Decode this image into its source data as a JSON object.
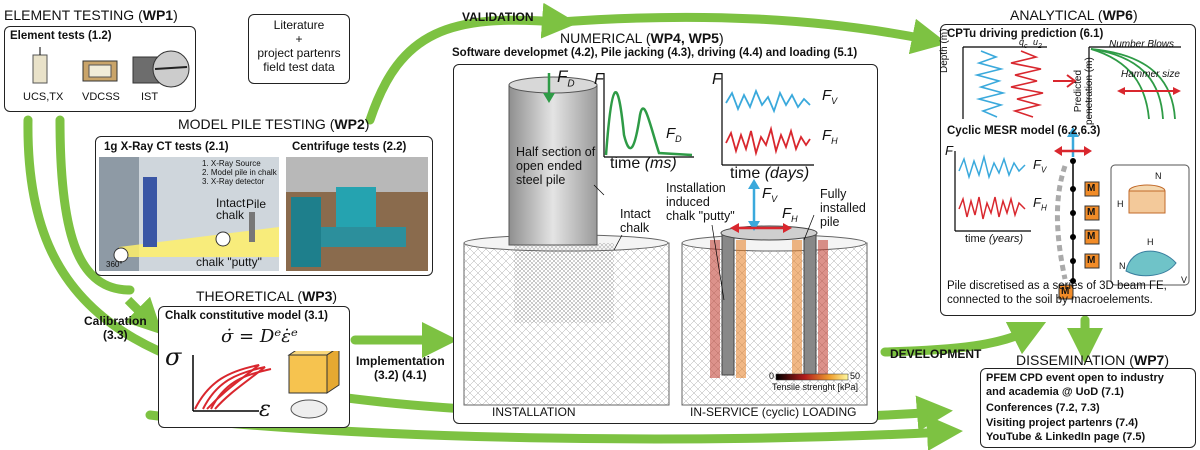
{
  "wp1": {
    "title": "ELEMENT TESTING",
    "code": "WP1",
    "box_title": "Element tests (1.2)",
    "labels": [
      "UCS,TX",
      "VDCSS",
      "IST"
    ]
  },
  "literature": {
    "line1": "Literature",
    "line2": "+",
    "line3": "project partenrs",
    "line4": "field test data"
  },
  "validation": "VALIDATION",
  "numerical": {
    "title": "NUMERICAL",
    "code": "WP4, WP5",
    "subtitle": "Software developmet (4.2), Pile jacking (4.3), driving (4.4) and loading (5.1)",
    "half_section": [
      "Half section of",
      "open ended",
      "steel pile"
    ],
    "force_d": "F",
    "force_d_sub": "D",
    "time_ms": "time",
    "time_ms_unit": "(ms)",
    "time_days": "time",
    "time_days_unit": "(days)",
    "fv": "F",
    "fv_sub": "V",
    "fh": "F",
    "fh_sub": "H",
    "f_axis": "F",
    "installation_putty": [
      "Installation",
      "induced",
      "chalk \"putty\""
    ],
    "intact_chalk": [
      "Intact",
      "chalk"
    ],
    "fully_installed": [
      "Fully",
      "installed",
      "pile"
    ],
    "colorbar_min": "0",
    "colorbar_max": "50",
    "colorbar_label": "Tensile strenght [kPa]",
    "caption_left": "INSTALLATION",
    "caption_right": "IN-SERVICE (cyclic) LOADING"
  },
  "analytical": {
    "title": "ANALYTICAL",
    "code": "WP6",
    "cptu": "CPTu driving prediction (6.1)",
    "depth": "Depth (m)",
    "qc": "q",
    "u2": "u",
    "predicted": [
      "Predicted",
      "penetration (m)"
    ],
    "number_blows": "Number Blows",
    "hammer": "Hammer size",
    "cyclic": "Cyclic MESR model (6.2,6.3)",
    "time_years": "time",
    "time_years_unit": "(years)",
    "m": "M",
    "discretised": [
      "Pile discretised as a series of 3D beam FE,",
      "connected to the soil by macroelements."
    ],
    "axis_n": "N",
    "axis_h": "H",
    "axis_v": "V"
  },
  "wp2": {
    "title": "MODEL PILE TESTING",
    "code": "WP2",
    "xray": "1g X-Ray CT tests (2.1)",
    "centrifuge": "Centrifuge tests (2.2)",
    "legend": [
      "1. X-Ray Source",
      "2. Model pile in chalk",
      "3. X-Ray detector"
    ],
    "intact": [
      "Intact",
      "chalk"
    ],
    "pile": "Pile",
    "putty": "chalk \"putty\"",
    "deg": "360°"
  },
  "calibration": [
    "Calibration",
    "(3.3)"
  ],
  "wp3": {
    "title": "THEORETICAL",
    "code": "WP3",
    "box_title": "Chalk constitutive model (3.1)",
    "equation": "σ̇ = Dᵉε̇ᵉ",
    "sigma": "σ",
    "epsilon": "ε"
  },
  "implementation": [
    "Implementation",
    "(3.2) (4.1)"
  ],
  "development": "DEVELOPMENT",
  "wp7": {
    "title": "DISSEMINATION",
    "code": "WP7",
    "items": [
      "PFEM CPD event open to industry",
      "and academia @ UoD (7.1)",
      "Conferences (7.2, 7.3)",
      "Visiting project partenrs (7.4)",
      "YouTube & LinkedIn page (7.5)"
    ]
  },
  "colors": {
    "arrow_green": "#7dc242",
    "signal_green": "#2e9b46",
    "signal_blue": "#3aa9dc",
    "signal_red": "#d9272e",
    "macro_orange": "#f28c28"
  }
}
